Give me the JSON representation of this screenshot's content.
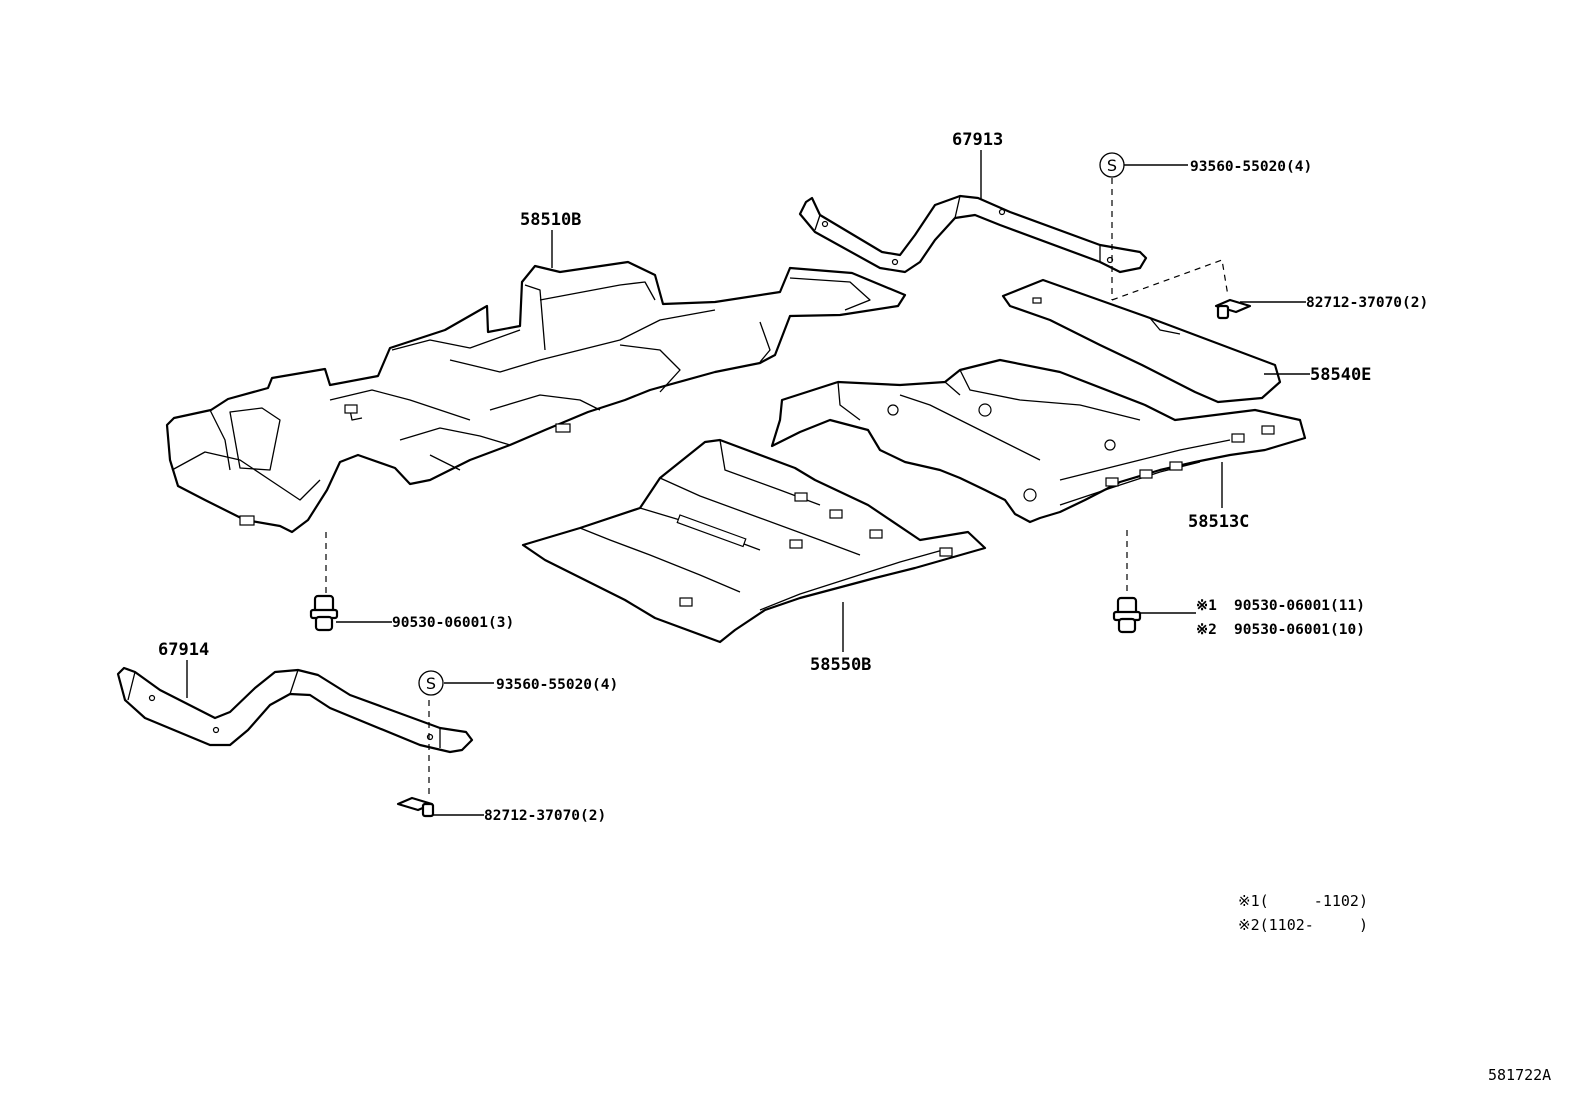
{
  "parts": {
    "p58510b": "58510B",
    "p67913": "67913",
    "p58540e": "58540E",
    "p58513c": "58513C",
    "p58550b": "58550B",
    "p67914": "67914"
  },
  "fasteners": {
    "screw_upper": "93560-55020(4)",
    "clip_upper": "82712-37070(2)",
    "grommet_left": "90530-06001(3)",
    "grommet_right_1": "90530-06001(11)",
    "grommet_right_2": "90530-06001(10)",
    "screw_lower": "93560-55020(4)",
    "clip_lower": "82712-37070(2)"
  },
  "markers": {
    "s": "S",
    "note1": "※1",
    "note2": "※2"
  },
  "notes": {
    "line1": "※1(     -1102)",
    "line2": "※2(1102-     )"
  },
  "diagram_id": "581722A"
}
